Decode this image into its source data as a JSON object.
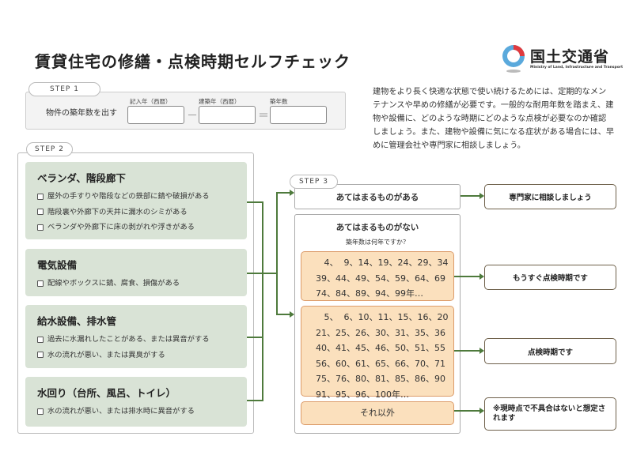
{
  "title": "賃貸住宅の修繕・点検時期セルフチェック",
  "logo": {
    "name": "国土交通省",
    "subtitle": "Ministry of Land, Infrastructure and Transport",
    "colors": [
      "#5aa9dc",
      "#e03a3e"
    ]
  },
  "description": "建物をより長く快適な状態で使い続けるためには、定期的なメンテナンスや早めの修繕が必要です。一般的な耐用年数を踏まえ、建物や設備に、どのような時期にどのような点検が必要なのか確認しましょう。また、建物や設備に気になる症状がある場合には、早めに管理会社や専門家に相談しましょう。",
  "step1": {
    "label": "STEP 1",
    "heading": "物件の築年数を出す",
    "fields": [
      {
        "label": "記入年（西暦）",
        "value": ""
      },
      {
        "label": "建築年（西暦）",
        "value": ""
      },
      {
        "label": "築年数",
        "value": ""
      }
    ],
    "minus": "－",
    "equals": "＝"
  },
  "step2": {
    "label": "STEP 2",
    "groups": [
      {
        "title": "ベランダ、階段廊下",
        "items": [
          "屋外の手すりや階段などの鉄部に錆や破損がある",
          "階段裏や外廊下の天井に漏水のシミがある",
          "ベランダや外廊下に床の剥がれや浮きがある"
        ]
      },
      {
        "title": "電気設備",
        "items": [
          "配線やボックスに錆、腐食、損傷がある"
        ]
      },
      {
        "title": "給水設備、排水管",
        "items": [
          "過去に水漏れしたことがある、または異音がする",
          "水の流れが悪い、または異臭がする"
        ]
      },
      {
        "title": "水回り（台所、風呂、トイレ）",
        "items": [
          "水の流れが悪い、または排水時に異音がする"
        ]
      }
    ]
  },
  "step3": {
    "label": "STEP 3",
    "yes": "あてはまるものがある",
    "no": "あてはまるものがない",
    "question": "築年数は何年ですか？",
    "ranges": [
      "   4、  9、14、19、24、29、34\n39、44、49、54、59、64、69\n74、84、89、94、99年…",
      "   5、  6、10、11、15、16、20\n21、25、26、30、31、35、36\n40、41、45、46、50、51、55\n56、60、61、65、66、70、71\n75、76、80、81、85、86、90\n91、95、96、100年…"
    ],
    "other": "それ以外"
  },
  "results": [
    "専門家に相談しましょう",
    "もうすぐ点検時期です",
    "点検時期です",
    "※現時点で不具合はないと想定されます"
  ],
  "colors": {
    "green_box": "#d9e3d6",
    "connector": "#4e7a3c",
    "orange_box": "#fbe0bd"
  }
}
